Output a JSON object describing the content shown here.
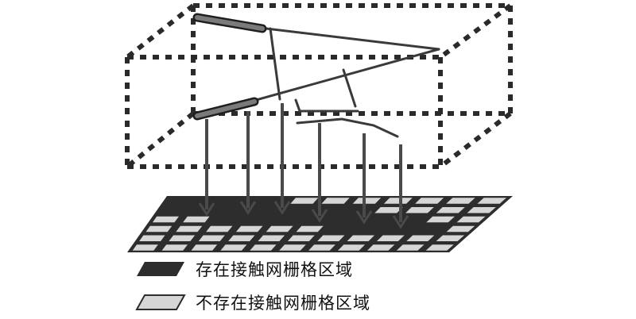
{
  "colors": {
    "contact": "#2d2d2d",
    "no_contact": "#d6d6d6",
    "lines": "#3a3a3a",
    "arrows": "#4a4a4a",
    "axle": "#7a7a7a"
  },
  "grid": {
    "rows": 6,
    "cols": 11
  },
  "legend": {
    "contact_label": "存在接触网栅格区域",
    "no_contact_label": "不存在接触网栅格区域"
  }
}
